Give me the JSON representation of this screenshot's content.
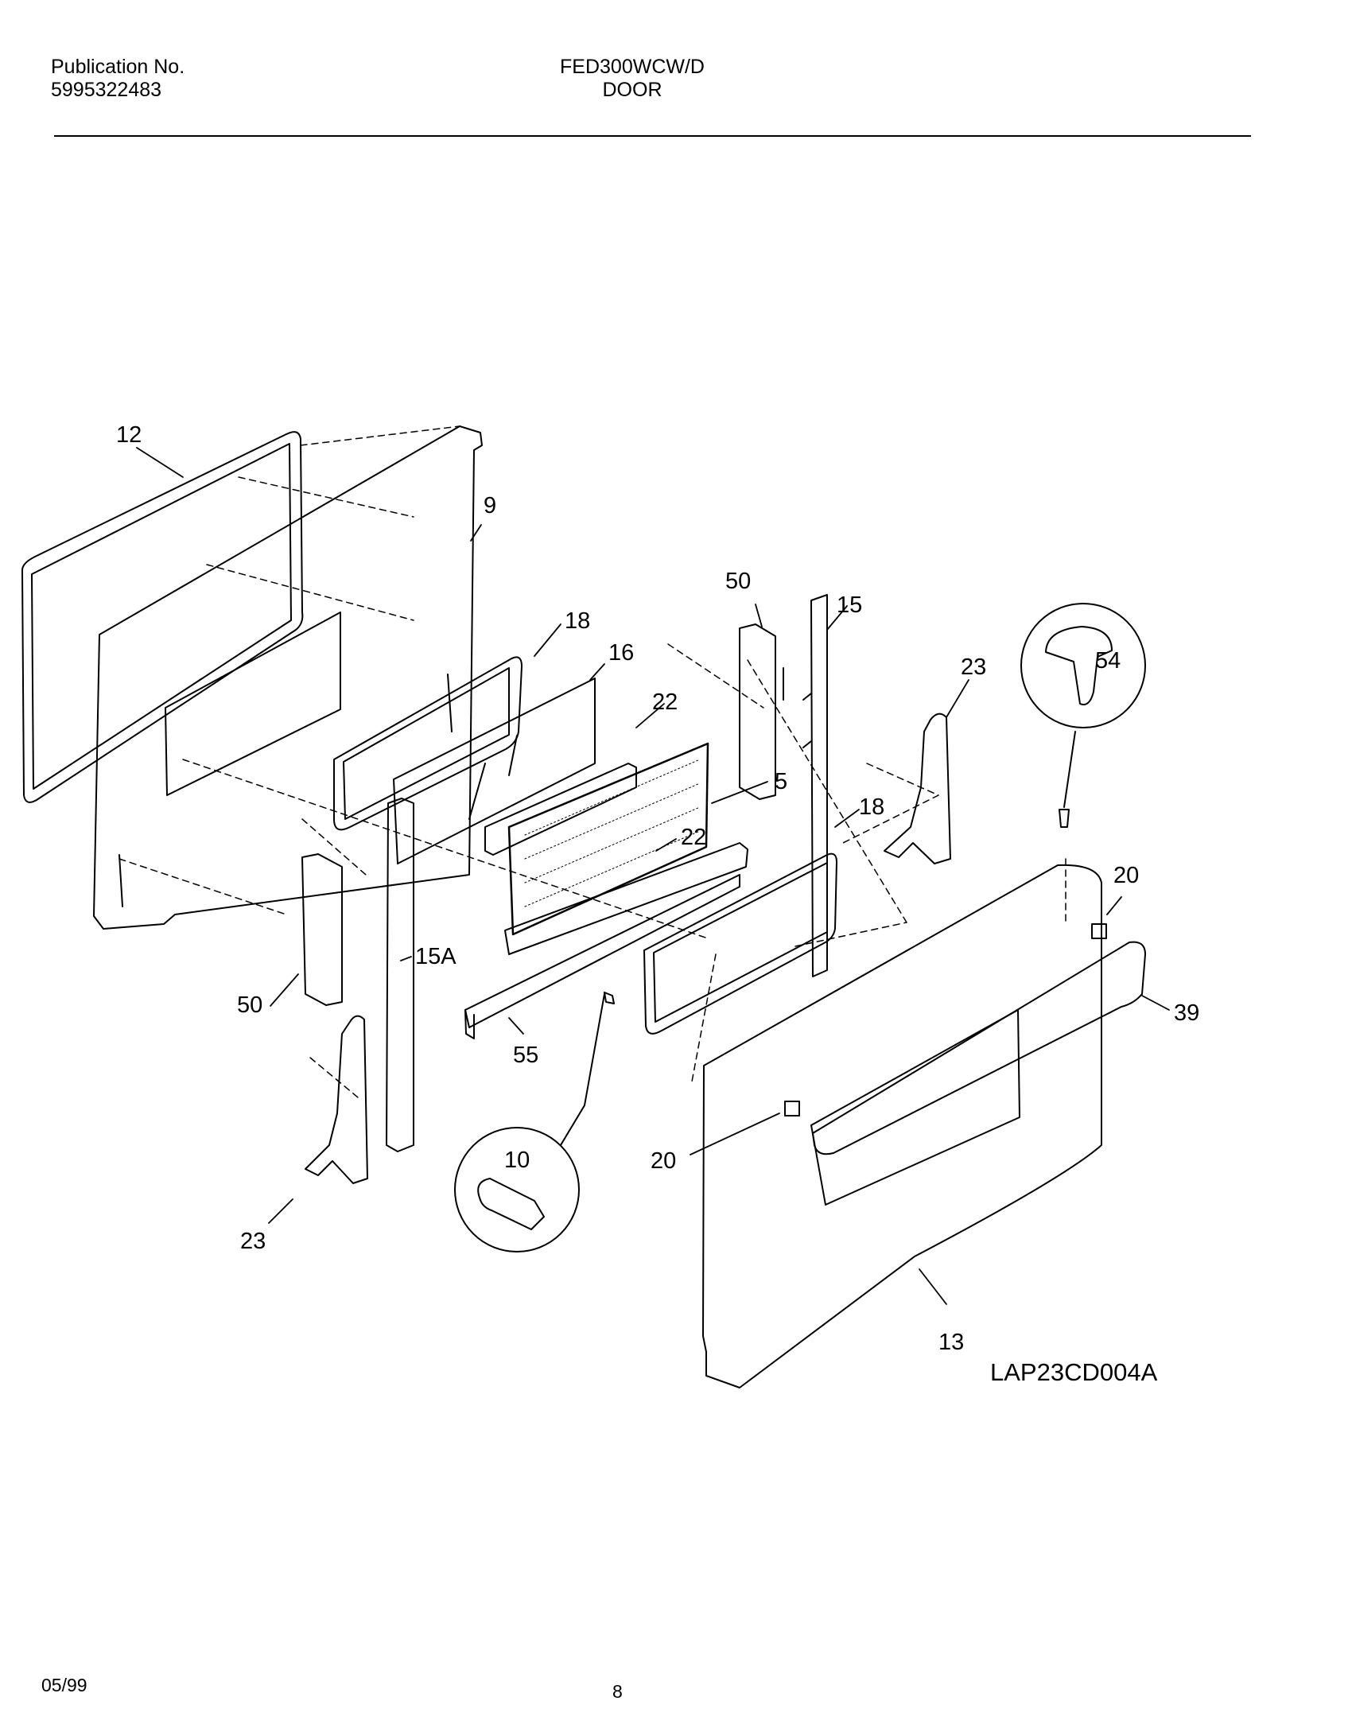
{
  "header": {
    "publication_label": "Publication No.",
    "publication_number": "5995322483",
    "model": "FED300WCW/D",
    "section": "DOOR"
  },
  "diagram": {
    "drawing_id": "LAP23CD004A",
    "callouts": [
      "12",
      "9",
      "18",
      "16",
      "22",
      "5",
      "50",
      "15",
      "23",
      "54",
      "18",
      "22",
      "20",
      "39",
      "15A",
      "50",
      "55",
      "10",
      "20",
      "23",
      "13"
    ]
  },
  "footer": {
    "date": "05/99",
    "page": "8"
  }
}
